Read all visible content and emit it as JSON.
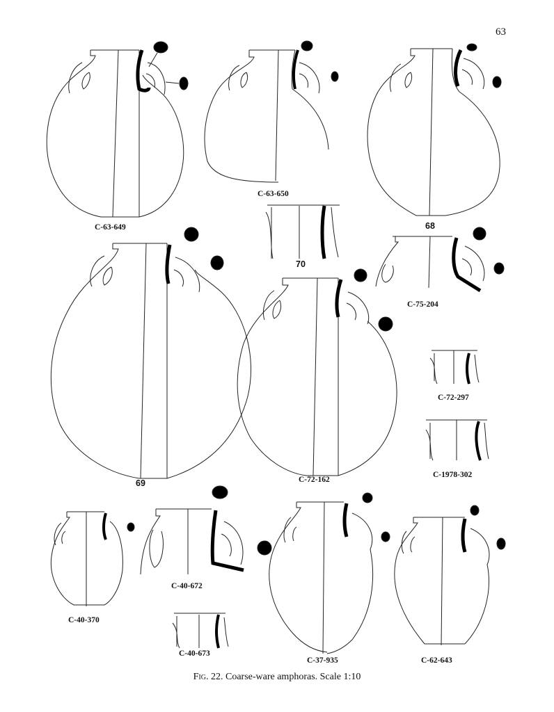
{
  "page_number": "63",
  "caption": {
    "fig_abbrev": "Fig.",
    "fig_number": "22.",
    "text": "Coarse-ware amphoras. Scale 1:10"
  },
  "drawings": [
    {
      "label": "C-63-649"
    },
    {
      "label": "C-63-650"
    },
    {
      "label": "68"
    },
    {
      "label": "70"
    },
    {
      "label": "C-75-204"
    },
    {
      "label": "69"
    },
    {
      "label": "C-72-162"
    },
    {
      "label": "C-72-297"
    },
    {
      "label": "C-1978-302"
    },
    {
      "label": "C-40-370"
    },
    {
      "label": "C-40-672"
    },
    {
      "label": "C-37-935"
    },
    {
      "label": "C-62-643"
    },
    {
      "label": "C-40-673"
    }
  ]
}
